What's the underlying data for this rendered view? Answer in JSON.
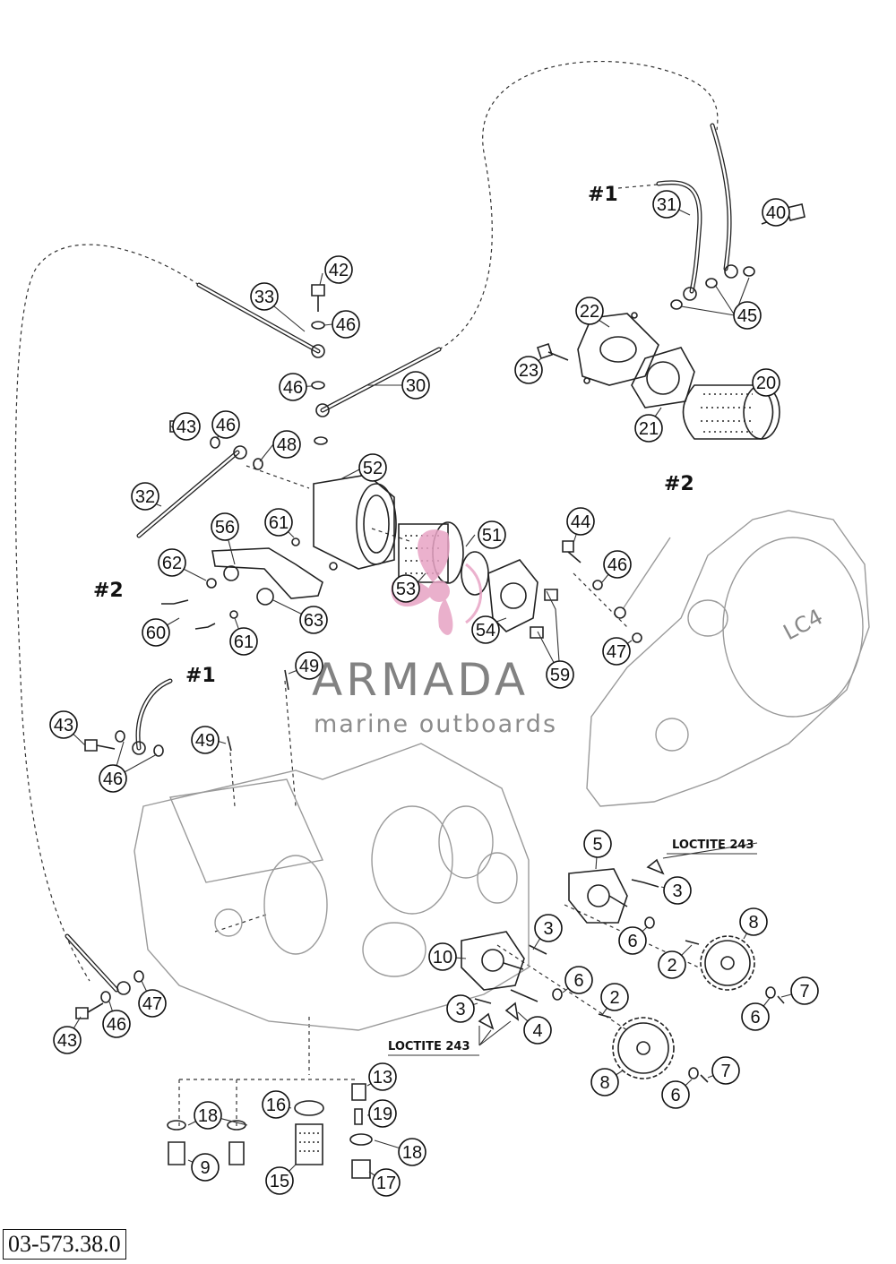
{
  "diagram": {
    "callouts": [
      {
        "n": "2"
      },
      {
        "n": "2"
      },
      {
        "n": "3"
      },
      {
        "n": "3"
      },
      {
        "n": "3"
      },
      {
        "n": "4"
      },
      {
        "n": "5"
      },
      {
        "n": "6"
      },
      {
        "n": "6"
      },
      {
        "n": "6"
      },
      {
        "n": "6"
      },
      {
        "n": "7"
      },
      {
        "n": "7"
      },
      {
        "n": "8"
      },
      {
        "n": "8"
      },
      {
        "n": "9"
      },
      {
        "n": "10"
      },
      {
        "n": "13"
      },
      {
        "n": "15"
      },
      {
        "n": "16"
      },
      {
        "n": "17"
      },
      {
        "n": "18"
      },
      {
        "n": "18"
      },
      {
        "n": "19"
      },
      {
        "n": "20"
      },
      {
        "n": "21"
      },
      {
        "n": "22"
      },
      {
        "n": "23"
      },
      {
        "n": "30"
      },
      {
        "n": "31"
      },
      {
        "n": "32"
      },
      {
        "n": "33"
      },
      {
        "n": "40"
      },
      {
        "n": "42"
      },
      {
        "n": "43"
      },
      {
        "n": "43"
      },
      {
        "n": "43"
      },
      {
        "n": "44"
      },
      {
        "n": "45"
      },
      {
        "n": "46"
      },
      {
        "n": "46"
      },
      {
        "n": "46"
      },
      {
        "n": "46"
      },
      {
        "n": "46"
      },
      {
        "n": "46"
      },
      {
        "n": "47"
      },
      {
        "n": "47"
      },
      {
        "n": "48"
      },
      {
        "n": "49"
      },
      {
        "n": "49"
      },
      {
        "n": "51"
      },
      {
        "n": "52"
      },
      {
        "n": "53"
      },
      {
        "n": "54"
      },
      {
        "n": "56"
      },
      {
        "n": "59"
      },
      {
        "n": "60"
      },
      {
        "n": "61"
      },
      {
        "n": "61"
      },
      {
        "n": "62"
      },
      {
        "n": "63"
      }
    ],
    "connection_marks": [
      {
        "text": "#1"
      },
      {
        "text": "#2"
      },
      {
        "text": "#2"
      },
      {
        "text": "#1"
      }
    ],
    "loctite_labels": [
      {
        "text": "LOCTITE 243"
      },
      {
        "text": "LOCTITE 243"
      }
    ],
    "cover_emblem": "LC4",
    "reference_number": "03-573.38.0"
  },
  "watermark": {
    "brand": "ARMADA",
    "tagline": "marine outboards",
    "color": "#e7a3c4"
  }
}
